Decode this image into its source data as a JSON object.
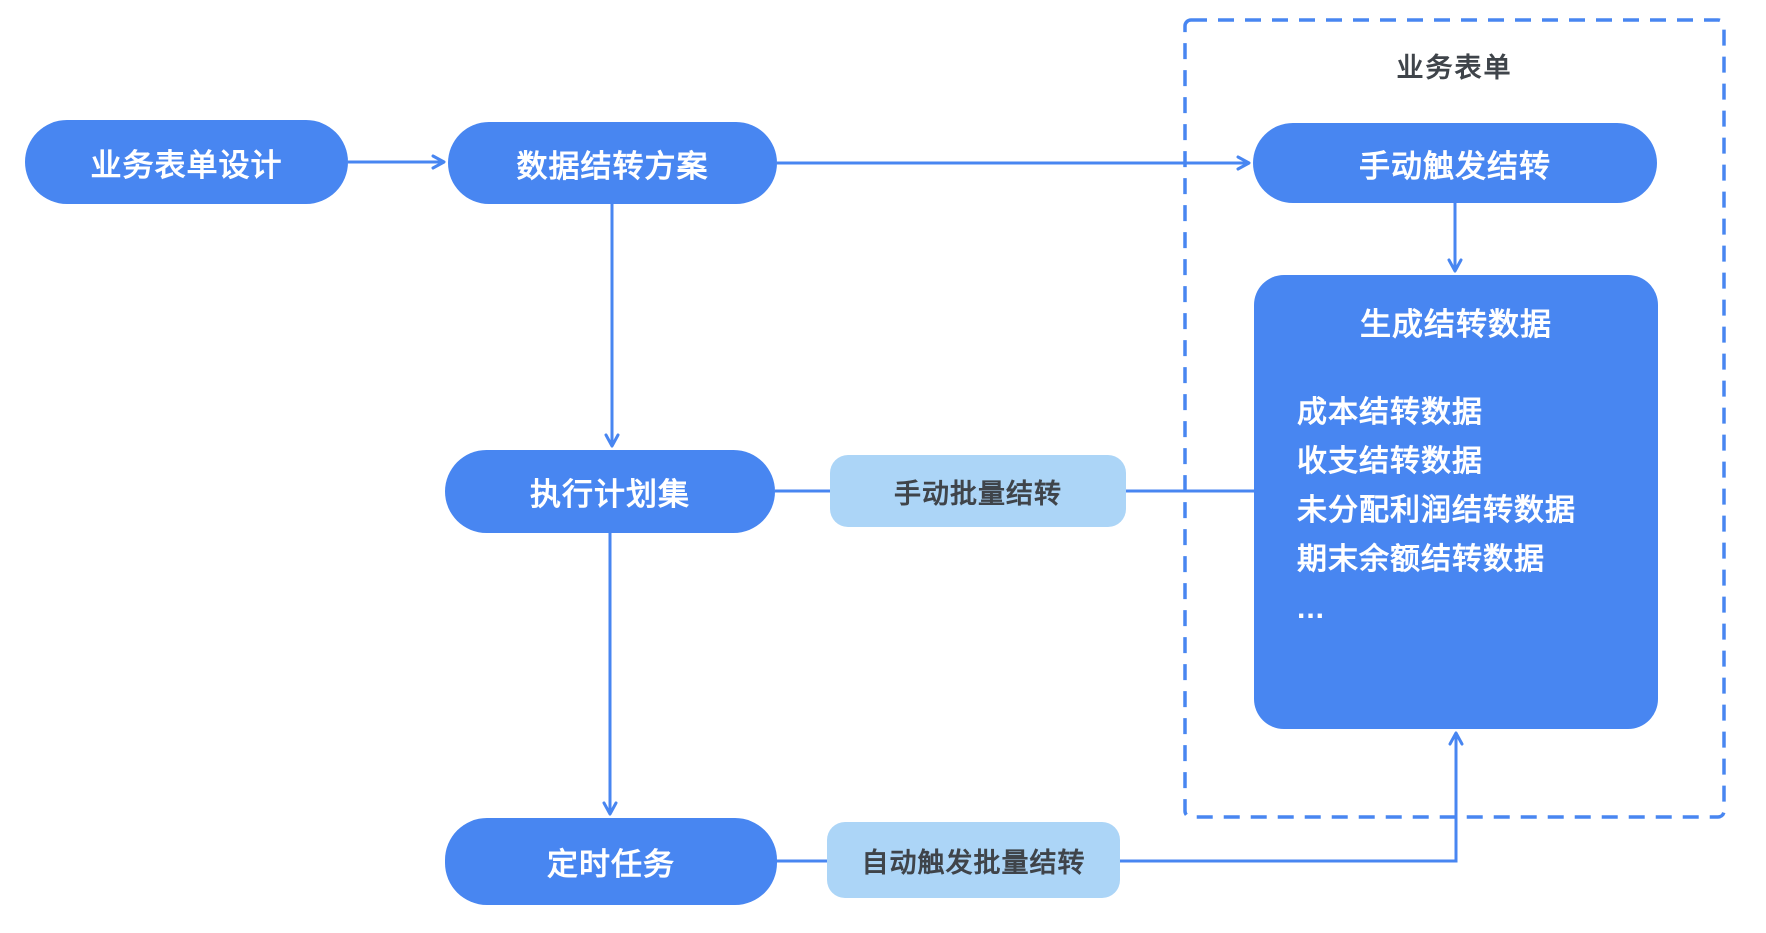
{
  "palette": {
    "primary_blue": "#4886F1",
    "light_blue": "#ACD5F7",
    "dark_text": "#3F444A",
    "white_text": "#FFFFFF"
  },
  "container": {
    "label": "业务表单"
  },
  "nodes": {
    "form_design": {
      "label": "业务表单设计"
    },
    "carryover_plan": {
      "label": "数据结转方案"
    },
    "manual_trigger": {
      "label": "手动触发结转"
    },
    "exec_plan_set": {
      "label": "执行计划集"
    },
    "manual_batch": {
      "label": "手动批量结转"
    },
    "timed_task": {
      "label": "定时任务"
    },
    "auto_trigger_batch": {
      "label": "自动触发批量结转"
    },
    "generate": {
      "title": "生成结转数据",
      "items": [
        "成本结转数据",
        "收支结转数据",
        "未分配利润结转数据",
        "期末余额结转数据",
        "..."
      ]
    }
  }
}
